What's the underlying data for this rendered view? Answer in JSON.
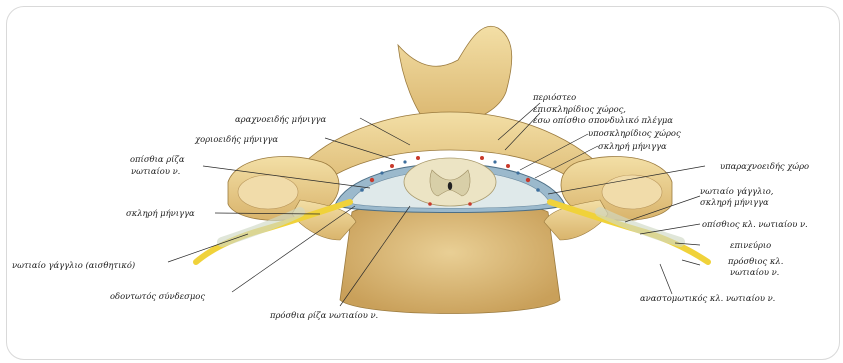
{
  "figure": {
    "labels": {
      "periosteum": "περιόστεο",
      "epidural_space": "επισκληρίδιος χώρος,",
      "internal_plexus": "έσω οπίσθιο σπονδυλικό πλέγμα",
      "arachnoid": "αραχνοειδής μήνιγγα",
      "subdural_space": "υποσκληρίδιος χώρος",
      "pia_mater": "χοριοειδής μήνιγγα",
      "dura_mater_top": "σκληρή μήνιγγα",
      "posterior_root_l1": "οπίσθια ρίζα",
      "posterior_root_l2": "νωτιαίου ν.",
      "subarachnoid_space": "υπαραχνοειδής χώρο",
      "spinal_ganglion_dura_l1": "νωτιαίο γάγγλιο,",
      "spinal_ganglion_dura_l2": "σκληρή μήνιγγα",
      "dura_mater_left": "σκληρή μήνιγγα",
      "posterior_branch": "οπίσθιος κλ. νωτιαίου ν.",
      "epineurium": "επινεύριο",
      "spinal_ganglion_sensory": "νωτιαίο γάγγλιο (αισθητικό)",
      "anterior_branch_l1": "πρόσθιος κλ.",
      "anterior_branch_l2": "νωτιαίου ν.",
      "dentate_ligament": "οδοντωτός σύνδεσμος",
      "communicating_branch": "αναστομωτικός κλ. νωτιαίου ν.",
      "anterior_root": "πρόσθια ρίζα νωτιαίου ν."
    }
  }
}
